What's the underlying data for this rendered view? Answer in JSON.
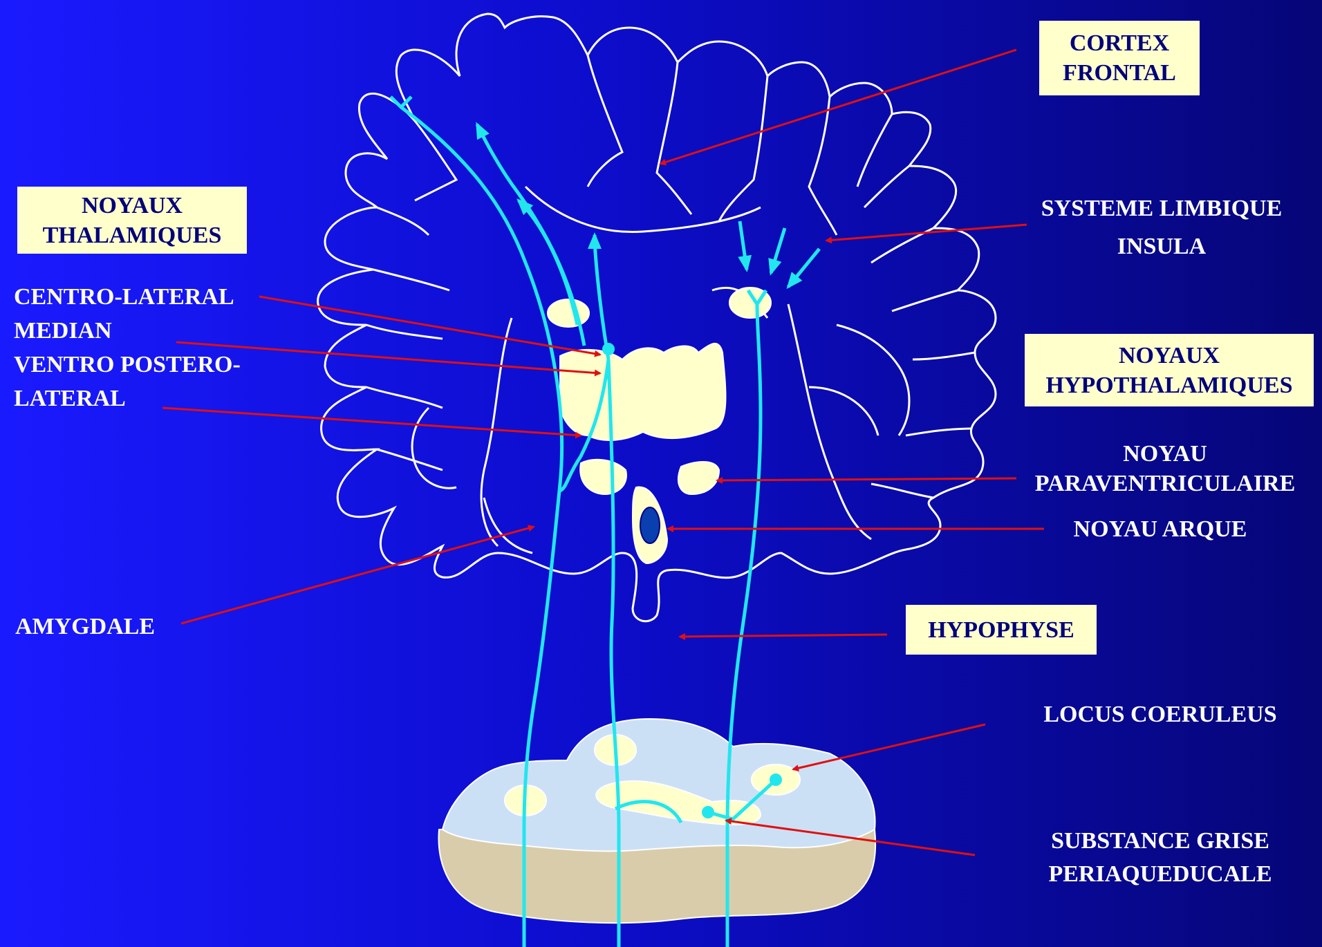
{
  "labels": {
    "cortex_frontal": [
      "CORTEX",
      "FRONTAL"
    ],
    "noyaux_thalamiques": [
      "NOYAUX",
      "THALAMIQUES"
    ],
    "centro_lateral": "CENTRO-LATERAL",
    "median": "MEDIAN",
    "ventro_postero_lateral": [
      "VENTRO POSTERO-",
      "LATERAL"
    ],
    "amygdale": "AMYGDALE",
    "systeme_limbique": "SYSTEME LIMBIQUE",
    "insula": "INSULA",
    "noyaux_hypothalamiques": [
      "NOYAUX",
      "HYPOTHALAMIQUES"
    ],
    "noyau_paraventriculaire": [
      "NOYAU",
      "PARAVENTRICULAIRE"
    ],
    "noyau_arque": "NOYAU ARQUE",
    "hypophyse": "HYPOPHYSE",
    "locus_coeruleus": "LOCUS COERULEUS",
    "substance_grise": [
      "SUBSTANCE GRISE",
      "PERIAQUEDUCALE"
    ]
  },
  "colors": {
    "background_left": "#1a1aff",
    "background_right": "#060677",
    "outline": "#ffffff",
    "nucleus_fill": "#ffffcc",
    "pathway": "#22e6ee",
    "pointer": "#e01010",
    "brainstem_top": "#cce0f5",
    "brainstem_side": "#d9ccaa"
  }
}
